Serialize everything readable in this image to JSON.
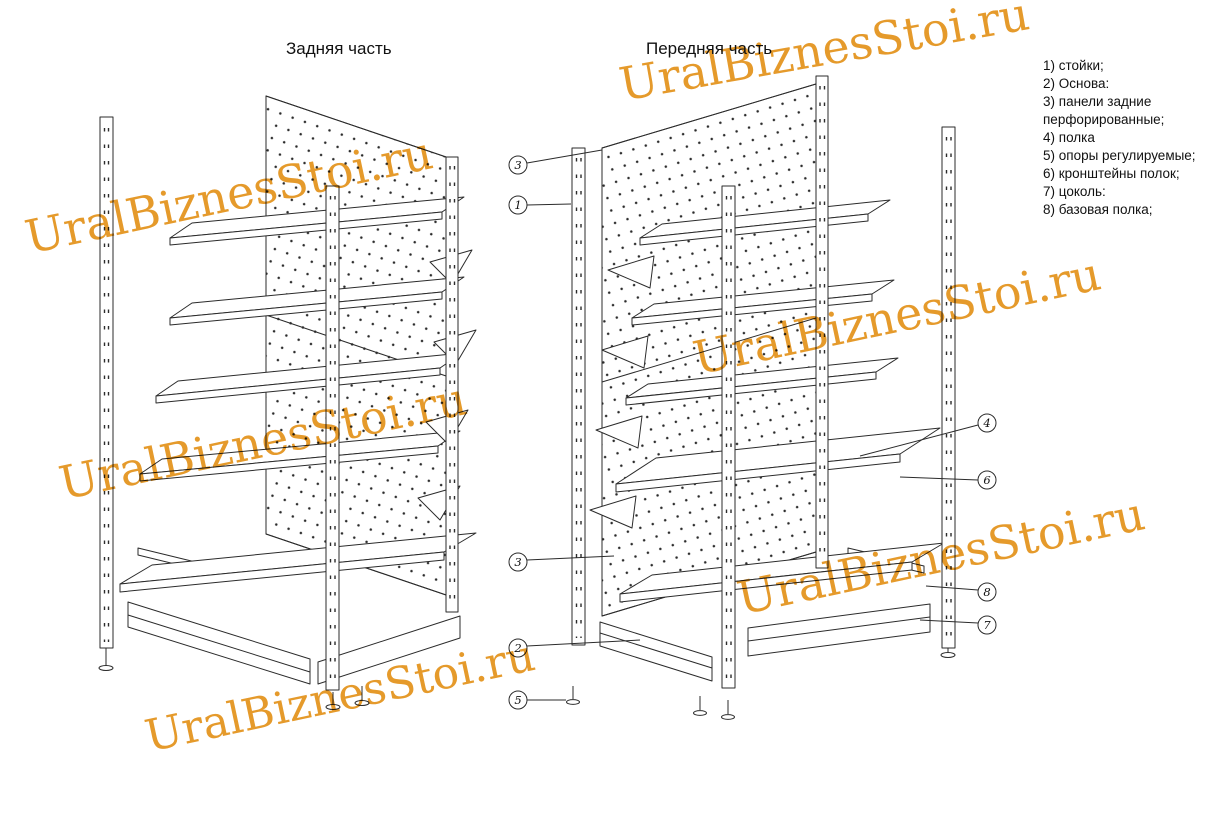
{
  "page": {
    "background": "#ffffff"
  },
  "titles": {
    "back": "Задняя часть",
    "front": "Передняя часть"
  },
  "legend": {
    "items": [
      "1) стойки;",
      "2) Основа:",
      "3) панели задние перфорированные;",
      "4) полка",
      "5) опоры регулируемые;",
      "6) кронштейны полок;",
      "7) цоколь:",
      "8) базовая полка;"
    ]
  },
  "watermark": {
    "text": "UralBiznesStoi.ru",
    "color": "#E59A2B"
  },
  "callouts": {
    "left": [
      {
        "label": "3"
      },
      {
        "label": "1"
      },
      {
        "label": "3"
      },
      {
        "label": "2"
      },
      {
        "label": "5"
      }
    ],
    "right": [
      {
        "label": "4"
      },
      {
        "label": "6"
      },
      {
        "label": "8"
      },
      {
        "label": "7"
      }
    ]
  },
  "diagram": {
    "line_color": "#2b2b2b"
  }
}
